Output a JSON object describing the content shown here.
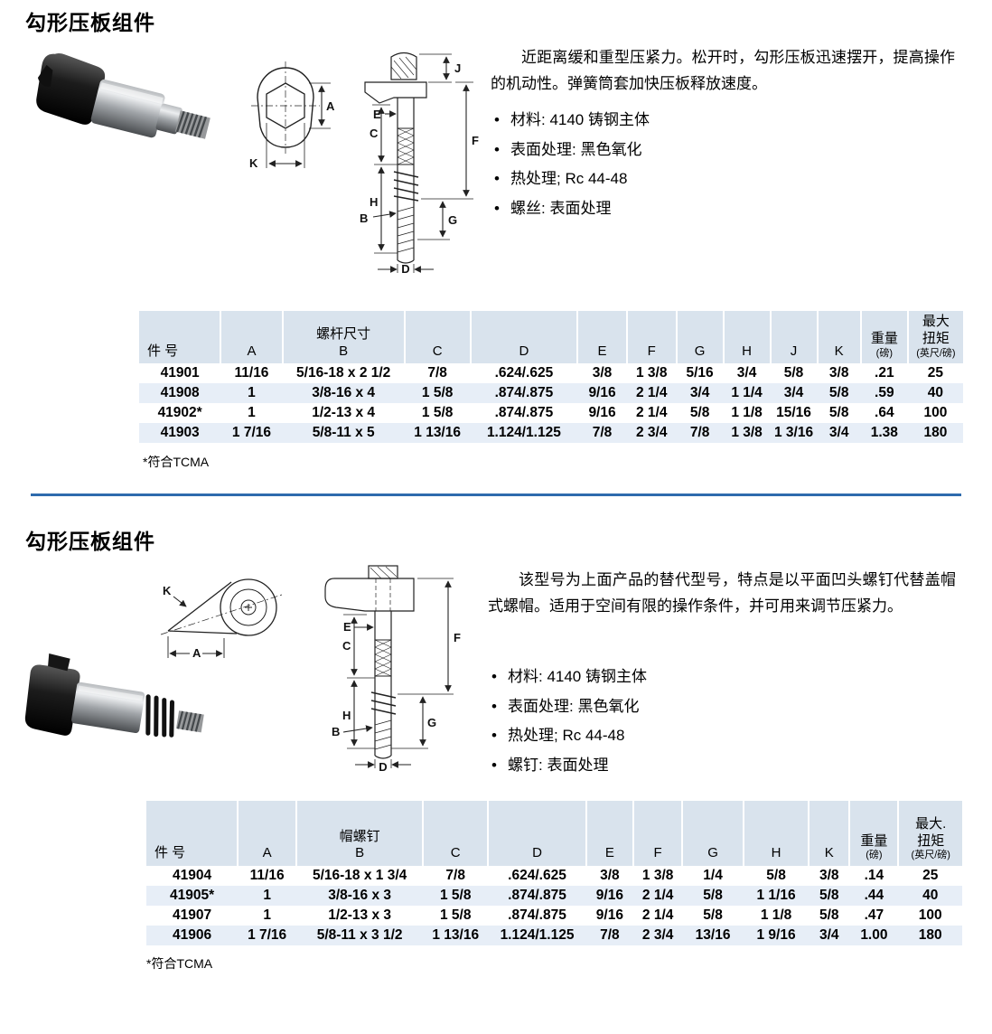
{
  "colors": {
    "divider": "#2e6bad",
    "table_header_bg": "#d9e3ed",
    "table_stripe_bg": "#e7eef7"
  },
  "section1": {
    "title": "勾形压板组件",
    "description": "近距离缓和重型压紧力。松开时，勾形压板迅速摆开，提高操作的机动性。弹簧筒套加快压板释放速度。",
    "bullets": [
      "材料: 4140 铸钢主体",
      "表面处理: 黑色氧化",
      "热处理; Rc 44-48",
      "螺丝: 表面处理"
    ],
    "drawing_labels": {
      "A": "A",
      "K": "K",
      "J": "J",
      "F": "F",
      "E": "E",
      "C": "C",
      "B": "B",
      "H": "H",
      "G": "G",
      "D": "D"
    },
    "table": {
      "headers": [
        "件 号",
        "A",
        "螺杆尺寸\nB",
        "C",
        "D",
        "E",
        "F",
        "G",
        "H",
        "J",
        "K",
        "重量\n(磅)",
        "最大\n扭矩\n(英尺/磅)"
      ],
      "widths": [
        9.9,
        7.5,
        14.8,
        8,
        13,
        6,
        6,
        5.7,
        5.7,
        5.7,
        5.3,
        5.7,
        6.7
      ],
      "rows": [
        [
          "41901",
          "11/16",
          "5/16-18 x 2 1/2",
          "7/8",
          ".624/.625",
          "3/8",
          "1 3/8",
          "5/16",
          "3/4",
          "5/8",
          "3/8",
          ".21",
          "25"
        ],
        [
          "41908",
          "1",
          "3/8-16 x 4",
          "1 5/8",
          ".874/.875",
          "9/16",
          "2 1/4",
          "3/4",
          "1 1/4",
          "3/4",
          "5/8",
          ".59",
          "40"
        ],
        [
          "41902*",
          "1",
          "1/2-13 x 4",
          "1 5/8",
          ".874/.875",
          "9/16",
          "2 1/4",
          "5/8",
          "1 1/8",
          "15/16",
          "5/8",
          ".64",
          "100"
        ],
        [
          "41903",
          "1 7/16",
          "5/8-11 x 5",
          "1 13/16",
          "1.124/1.125",
          "7/8",
          "2 3/4",
          "7/8",
          "1 3/8",
          "1 3/16",
          "3/4",
          "1.38",
          "180"
        ]
      ]
    },
    "footnote": "*符合TCMA"
  },
  "section2": {
    "title": "勾形压板组件",
    "description": "该型号为上面产品的替代型号，特点是以平面凹头螺钉代替盖帽式螺帽。适用于空间有限的操作条件，并可用来调节压紧力。",
    "bullets": [
      "材料: 4140 铸钢主体",
      "表面处理: 黑色氧化",
      "热处理; Rc 44-48",
      "螺钉: 表面处理"
    ],
    "drawing_labels": {
      "A": "A",
      "K": "K",
      "F": "F",
      "E": "E",
      "C": "C",
      "B": "B",
      "H": "H",
      "G": "G",
      "D": "D"
    },
    "table": {
      "headers": [
        "件 号",
        "A",
        "帽螺钉\nB",
        "C",
        "D",
        "E",
        "F",
        "G",
        "H",
        "K",
        "重量\n(磅)",
        "最大.\n扭矩\n(英尺/磅)"
      ],
      "widths": [
        11.2,
        7.2,
        15.5,
        8,
        12,
        5.8,
        6,
        7.5,
        8,
        5,
        6,
        7.8
      ],
      "rows": [
        [
          "41904",
          "11/16",
          "5/16-18 x 1 3/4",
          "7/8",
          ".624/.625",
          "3/8",
          "1 3/8",
          "1/4",
          "5/8",
          "3/8",
          ".14",
          "25"
        ],
        [
          "41905*",
          "1",
          "3/8-16 x 3",
          "1 5/8",
          ".874/.875",
          "9/16",
          "2 1/4",
          "5/8",
          "1 1/16",
          "5/8",
          ".44",
          "40"
        ],
        [
          "41907",
          "1",
          "1/2-13 x 3",
          "1 5/8",
          ".874/.875",
          "9/16",
          "2 1/4",
          "5/8",
          "1 1/8",
          "5/8",
          ".47",
          "100"
        ],
        [
          "41906",
          "1 7/16",
          "5/8-11 x 3 1/2",
          "1 13/16",
          "1.124/1.125",
          "7/8",
          "2 3/4",
          "13/16",
          "1 9/16",
          "3/4",
          "1.00",
          "180"
        ]
      ]
    },
    "footnote": "*符合TCMA"
  }
}
